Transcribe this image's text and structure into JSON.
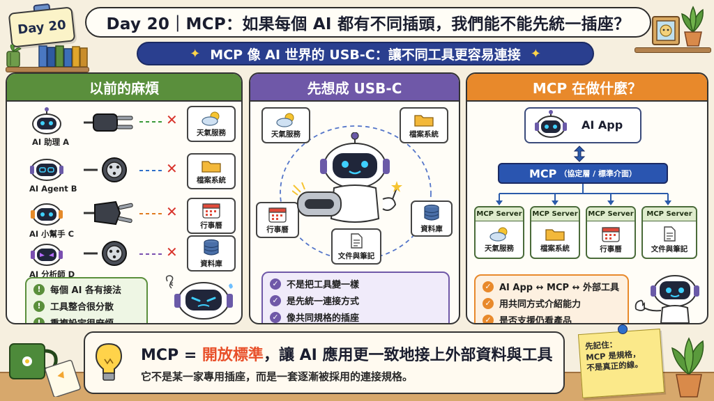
{
  "header": {
    "day_badge": "Day 20",
    "title": "Day 20｜MCP：如果每個 AI 都有不同插頭，我們能不能先統一插座？",
    "subtitle": "MCP 像 AI 世界的 USB-C：讓不同工具更容易連接"
  },
  "panel_left": {
    "title": "以前的麻煩",
    "agents": [
      {
        "name": "AI 助理 A",
        "tool": "天氣服務",
        "color": "#3a9a3a"
      },
      {
        "name": "AI Agent B",
        "tool": "檔案系統",
        "color": "#2f6fc9"
      },
      {
        "name": "AI 小幫手 C",
        "tool": "行事曆",
        "color": "#e07b20"
      },
      {
        "name": "AI 分析師 D",
        "tool": "資料庫",
        "color": "#7a4fb0"
      }
    ],
    "notes": [
      "每個 AI 各有接法",
      "工具整合很分散",
      "重複設定很麻煩"
    ]
  },
  "panel_middle": {
    "title": "先想成 USB-C",
    "tools": [
      "天氣服務",
      "檔案系統",
      "行事曆",
      "資料庫",
      "文件與筆記"
    ],
    "notes": [
      "不是把工具變一樣",
      "是先統一連接方式",
      "像共同規格的插座"
    ]
  },
  "panel_right": {
    "title": "MCP 在做什麼？",
    "app_label": "AI App",
    "protocol_label": "MCP",
    "protocol_sub": "（協定層 / 標準介面）",
    "server_label": "MCP Server",
    "servers": [
      "天氣服務",
      "檔案系統",
      "行事曆",
      "文件與筆記"
    ],
    "notes": [
      "AI App ↔ MCP ↔ 外部工具",
      "用共同方式介紹能力",
      "是否支援仍看產品"
    ]
  },
  "bottom": {
    "headline_prefix": "MCP = ",
    "headline_highlight": "開放標準",
    "headline_rest": "，讓 AI 應用更一致地接上外部資料與工具",
    "sub": "它不是某一家專用插座，而是一套逐漸被採用的連接規格。"
  },
  "sticky_note": {
    "line1": "先記住：",
    "line2": "MCP 是規格，",
    "line3": "不是真正的線。"
  },
  "colors": {
    "green": "#5a8f3c",
    "purple": "#6f58a8",
    "orange": "#e8892b",
    "navy": "#2a3f8f",
    "highlight": "#e8502a"
  }
}
